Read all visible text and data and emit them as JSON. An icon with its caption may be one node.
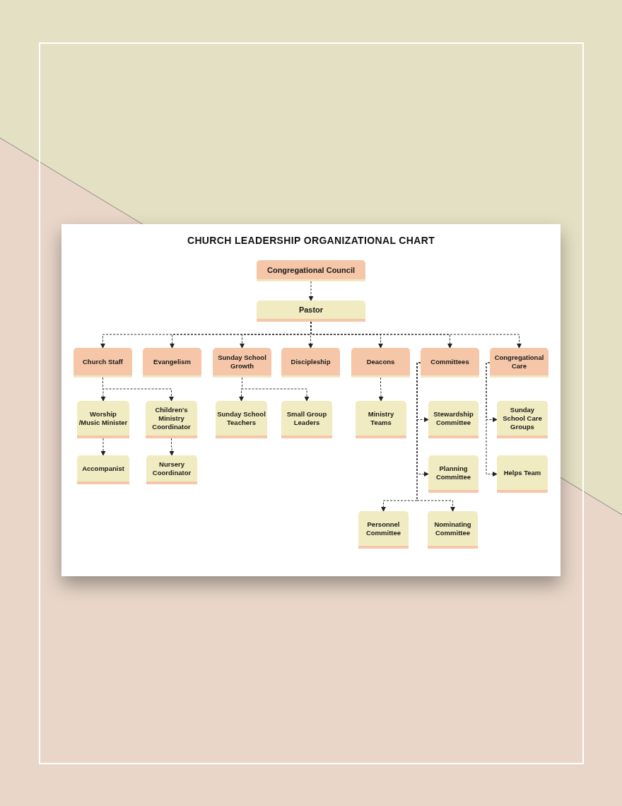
{
  "diagram": {
    "title": "CHURCH LEADERSHIP ORGANIZATIONAL CHART",
    "nodes": [
      {
        "text": [
          "Congregational Council"
        ]
      },
      {
        "text": [
          "Pastor"
        ]
      },
      {
        "text": [
          "Church Staff"
        ]
      },
      {
        "text": [
          "Evangelism"
        ]
      },
      {
        "text": [
          "Sunday School Growth"
        ]
      },
      {
        "text": [
          "Discipleship"
        ]
      },
      {
        "text": [
          "Deacons"
        ]
      },
      {
        "text": [
          "Committees"
        ]
      },
      {
        "text": [
          "Congregational Care"
        ]
      },
      {
        "text": [
          "Worship /Music Minister"
        ]
      },
      {
        "text": [
          "Children's Ministry Coordinator"
        ]
      },
      {
        "text": [
          "Sunday School Teachers"
        ]
      },
      {
        "text": [
          "Small Group Leaders"
        ]
      },
      {
        "text": [
          "Ministry Teams"
        ]
      },
      {
        "text": [
          "Stewardship Committee"
        ]
      },
      {
        "text": [
          "Sunday School Care Groups"
        ]
      },
      {
        "text": [
          "Accompanist"
        ]
      },
      {
        "text": [
          "Nursery Coordinator"
        ]
      },
      {
        "text": [
          "Planning Committee"
        ]
      },
      {
        "text": [
          "Helps Team"
        ]
      },
      {
        "text": [
          "Personnel Committee"
        ]
      },
      {
        "text": [
          "Nominating Committee"
        ]
      }
    ],
    "edges": [
      {
        "from": 0,
        "to": 1,
        "arrow": "to"
      },
      {
        "from": 1,
        "to": 2,
        "arrow": "to"
      },
      {
        "from": 1,
        "to": 3,
        "arrow": "to"
      },
      {
        "from": 1,
        "to": 4,
        "arrow": "to"
      },
      {
        "from": 1,
        "to": 5,
        "arrow": "to"
      },
      {
        "from": 1,
        "to": 6,
        "arrow": "to"
      },
      {
        "from": 1,
        "to": 7,
        "arrow": "to"
      },
      {
        "from": 1,
        "to": 8,
        "arrow": "to"
      },
      {
        "from": 2,
        "to": 9,
        "arrow": "to"
      },
      {
        "from": 2,
        "to": 10,
        "arrow": "to"
      },
      {
        "from": 9,
        "to": 16,
        "arrow": "to"
      },
      {
        "from": 10,
        "to": 17,
        "arrow": "to"
      },
      {
        "from": 4,
        "to": 11,
        "arrow": "to"
      },
      {
        "from": 4,
        "to": 12,
        "arrow": "to"
      },
      {
        "from": 6,
        "to": 13,
        "arrow": "to"
      },
      {
        "from": 7,
        "to": 14,
        "arrow": "to"
      },
      {
        "from": 7,
        "to": 18,
        "arrow": "to"
      },
      {
        "from": 7,
        "to": 20,
        "arrow": "to"
      },
      {
        "from": 7,
        "to": 21,
        "arrow": "to"
      },
      {
        "from": 8,
        "to": 15,
        "arrow": "to"
      },
      {
        "from": 8,
        "to": 19,
        "arrow": "to"
      }
    ]
  }
}
